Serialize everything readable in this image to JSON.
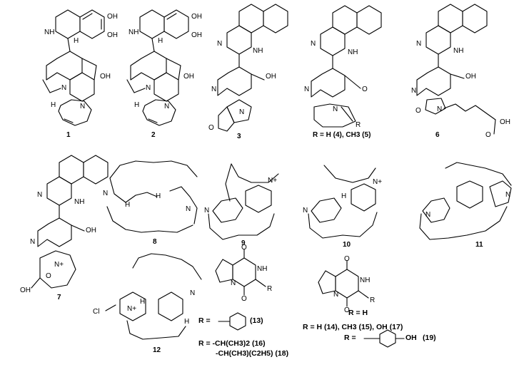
{
  "compounds": [
    {
      "id": "c1",
      "number": "1"
    },
    {
      "id": "c2",
      "number": "2"
    },
    {
      "id": "c3",
      "number": "3"
    },
    {
      "id": "c4",
      "number": "R = H (4), CH3 (5)"
    },
    {
      "id": "c6",
      "number": "6"
    },
    {
      "id": "c7",
      "number": "7"
    },
    {
      "id": "c8",
      "number": "8"
    },
    {
      "id": "c9",
      "number": "9"
    },
    {
      "id": "c10",
      "number": "10"
    },
    {
      "id": "c11",
      "number": "11"
    },
    {
      "id": "c12",
      "number": "12"
    }
  ],
  "atom_labels": {
    "oh": "OH",
    "nh": "NH",
    "n": "N",
    "h": "H",
    "o": "O",
    "r": "R",
    "cl": "Cl",
    "n_plus": "N+",
    "cooh": "OH"
  },
  "dkp": {
    "left": {
      "r_label": "R =",
      "numbering": "(13)"
    },
    "right": {
      "r_note": "R = H",
      "caption": "R = H (14), CH3 (15), OH (17)"
    },
    "line16": "R = -CH(CH3)2 (16)",
    "line18": "-CH(CH3)(C2H5) (18)",
    "aryl_r": "R =",
    "aryl_oh": "OH",
    "aryl_num": "(19)"
  }
}
